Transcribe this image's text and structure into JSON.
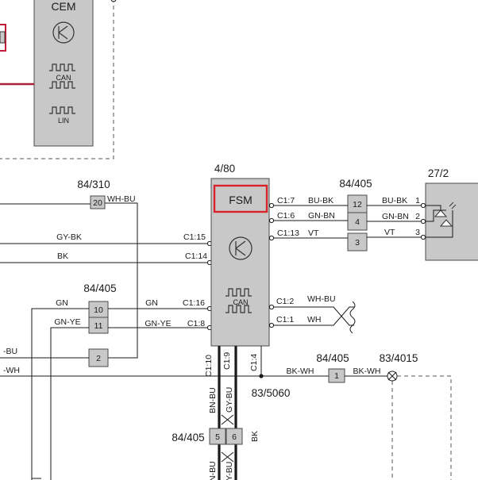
{
  "cem": {
    "title": "CEM",
    "can": "CAN",
    "lin": "LIN"
  },
  "fsm": {
    "ref": "4/80",
    "title": "FSM",
    "can": "CAN"
  },
  "refs": {
    "r84_310": "84/310",
    "r84_405_top": "84/405",
    "r84_405_mid": "84/405",
    "r84_405_bot": "84/405",
    "r84_405_bk": "84/405",
    "r27_2": "27/2",
    "r83_4015": "83/4015",
    "r83_5060": "83/5060"
  },
  "pins": {
    "p20": "20",
    "p10": "10",
    "p11": "11",
    "p2": "2",
    "p12": "12",
    "p4": "4",
    "p3": "3",
    "p1": "1",
    "p5": "5",
    "p6": "6"
  },
  "connectors": {
    "c1_7": "C1:7",
    "c1_6": "C1:6",
    "c1_13": "C1:13",
    "c1_15": "C1:15",
    "c1_14": "C1:14",
    "c1_16": "C1:16",
    "c1_8": "C1:8",
    "c1_2": "C1:2",
    "c1_1": "C1:1",
    "c1_10": "C1:10",
    "c1_9": "C1:9",
    "c1_4": "C1:4"
  },
  "wires": {
    "bu_bk": "BU-BK",
    "gn_bn": "GN-BN",
    "vt": "VT",
    "bu_bk_r": "BU-BK",
    "gn_bn_r": "GN-BN",
    "vt_r": "VT",
    "wh_bu_top": "WH-BU",
    "gy_bk": "GY-BK",
    "bk": "BK",
    "gn_l": "GN",
    "gn_r": "GN",
    "gn_ye_l": "GN-YE",
    "gn_ye_r": "GN-YE",
    "wh_bu_can": "WH-BU",
    "wh_can": "WH",
    "bk_wh_l": "BK-WH",
    "bk_wh_r": "BK-WH",
    "bn_bu_1": "BN-BU",
    "gy_bu_1": "GY-BU",
    "bn_bu_2": "BN-BU",
    "gy_bu_2": "GY-BU",
    "bk_vert": "BK",
    "edge_bu": "-BU",
    "edge_wh": "-WH"
  },
  "pin_numbers": {
    "n1": "1",
    "n2": "2",
    "n3": "3"
  }
}
